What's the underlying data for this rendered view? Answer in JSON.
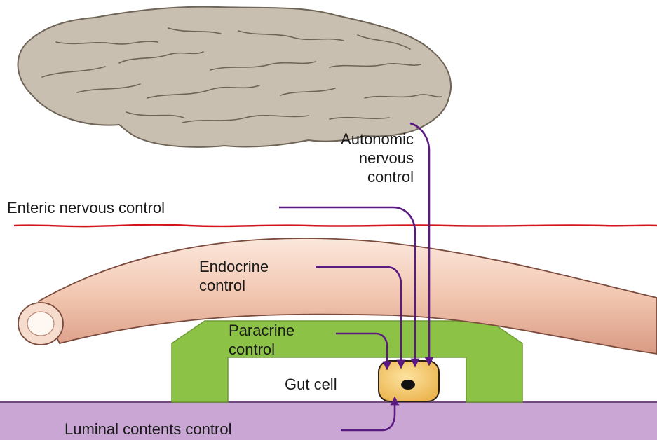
{
  "labels": {
    "autonomic_line1": "Autonomic",
    "autonomic_line2": "nervous",
    "autonomic_line3": "control",
    "enteric": "Enteric nervous control",
    "endocrine_line1": "Endocrine",
    "endocrine_line2": "control",
    "paracrine_line1": "Paracrine",
    "paracrine_line2": "control",
    "gut_cell": "Gut cell",
    "luminal": "Luminal contents control"
  },
  "colors": {
    "brain_fill": "#c8bfb0",
    "brain_stroke": "#6e6457",
    "nerve_line": "#d4141c",
    "blood_vessel": "#f0c4ad",
    "epithelium": "#8cc245",
    "lumen": "#c9a6d3",
    "gut_cell": "#f6cf72",
    "arrow": "#5b1a82"
  },
  "icons": {
    "brain": "brain-icon",
    "vessel": "blood-vessel-icon",
    "cell": "gut-cell-icon"
  }
}
